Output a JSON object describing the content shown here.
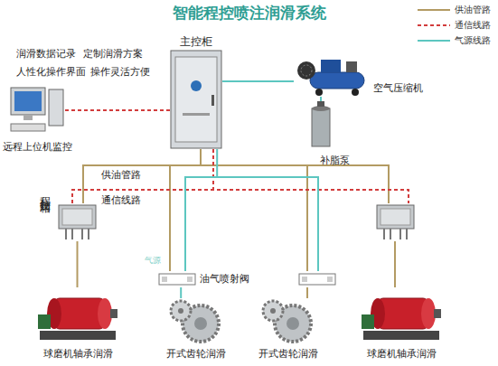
{
  "diagram": {
    "title": "智能程控喷注润滑系统",
    "nodes": [
      {
        "text": [
          "主控柜"
        ]
      },
      {
        "text": [
          "远程上位机监控"
        ]
      },
      {
        "text": [
          "空气压缩机"
        ]
      },
      {
        "text": [
          "补脂泵"
        ]
      },
      {
        "text": [
          "程控阀箱"
        ]
      },
      {
        "text": [
          "油气喷射阀"
        ]
      },
      {
        "text": [
          "球磨机轴承润滑"
        ]
      },
      {
        "text": [
          "开式齿轮润滑"
        ]
      },
      {
        "text": [
          "开式齿轮润滑"
        ]
      },
      {
        "text": [
          "球磨机轴承润滑"
        ]
      }
    ],
    "edges": [
      {
        "from": 1,
        "to": 0,
        "arrow": "none"
      },
      {
        "from": 0,
        "to": 2,
        "arrow": "none"
      },
      {
        "from": 2,
        "to": 3,
        "arrow": "none"
      },
      {
        "from": 0,
        "to": 4,
        "arrow": "none"
      },
      {
        "from": 4,
        "to": 6,
        "arrow": "none"
      },
      {
        "from": 0,
        "to": 5,
        "arrow": "none"
      },
      {
        "from": 5,
        "to": 7,
        "arrow": "none"
      }
    ],
    "labels": [
      "润滑数据记录",
      "定制润滑方案",
      "人性化操作界面",
      "操作灵活方便",
      "供油管路",
      "通信线路",
      "气源"
    ],
    "legend": [
      {
        "text": "供油管路"
      },
      {
        "text": "通信线路"
      },
      {
        "text": "气源线路"
      }
    ]
  }
}
